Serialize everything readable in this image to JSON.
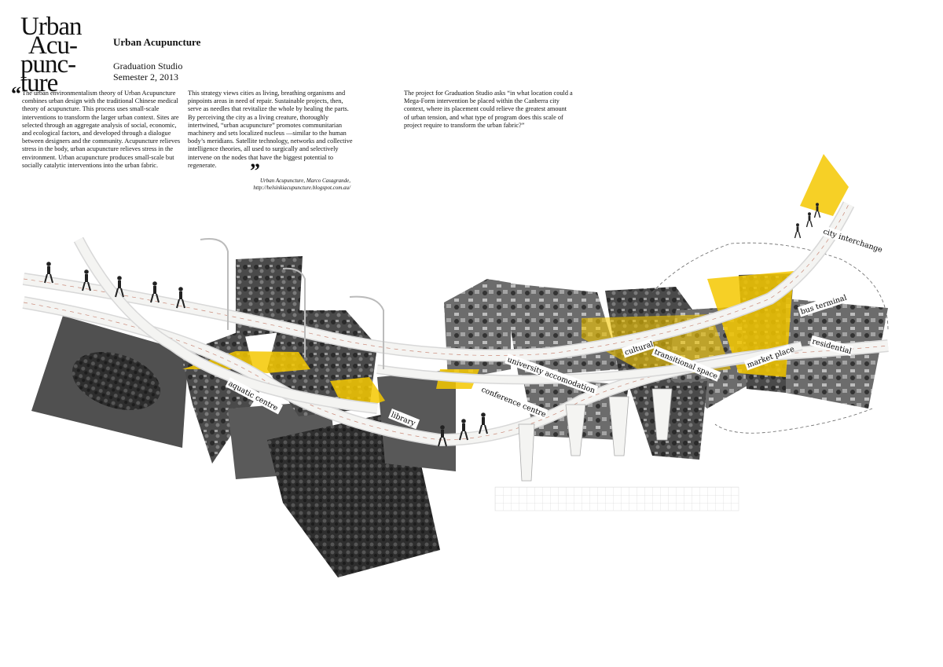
{
  "logo": {
    "line1": "Urban",
    "line2": "Acu-",
    "line3": "punc-",
    "line4": "ture"
  },
  "header": {
    "title": "Urban Acupuncture",
    "subtitle_line1": "Graduation Studio",
    "subtitle_line2": "Semester 2, 2013"
  },
  "text": {
    "open_quote": "“",
    "close_quote": "”",
    "column1": "The urban environmentalism theory of Urban Acupuncture combines urban design with the traditional Chinese medical theory of acupuncture. This process uses small-scale interventions to transform the larger urban context. Sites are selected through an aggregate analysis of social, economic, and ecological factors, and developed through a dialogue between designers and the community. Acupuncture relieves stress in the body, urban acupuncture relieves stress in the environment. Urban acupuncture produces small-scale but socially catalytic interventions into the urban fabric.",
    "column2": "This strategy views cities as living, breathing organisms and pinpoints areas in need of repair. Sustainable projects, then, serve as needles that revitalize the whole by healing the parts. By perceiving the city as a living creature, thoroughly intertwined, “urban acupuncture” promotes communitarian machinery and sets localized nucleus —similar to the human body’s meridians. Satellite technology, networks and collective intelligence theories, all used to surgically and selectively intervene on the nodes that have the biggest potential to regenerate.",
    "column3": "The project for Graduation Studio asks “in what location could a Mega-Form intervention be placed within the Canberra city context, where its placement could relieve the greatest amount of urban tension, and what type of program does this scale of project require to transform the urban fabric?”",
    "citation_line1": "Urban Acupuncture, Marco Casagrande,",
    "citation_line2": "http://helsinkiacupuncture.blogspot.com.au/"
  },
  "diagram_labels": {
    "aquatic_centre": "aquatic centre",
    "library": "library",
    "conference_centre": "conference centre",
    "university_accomodation": "university accomodation",
    "cultural": "cultural",
    "transitional_space": "transitional space",
    "market_place": "market place",
    "residential": "residential",
    "bus_terminal": "bus terminal",
    "city_interchange": "city interchange"
  },
  "colors": {
    "highlight": "#f5c800",
    "photo_dark": "#3a3a3a",
    "photo_mid": "#6a6a6a",
    "ribbon": "#f4f4f2"
  }
}
